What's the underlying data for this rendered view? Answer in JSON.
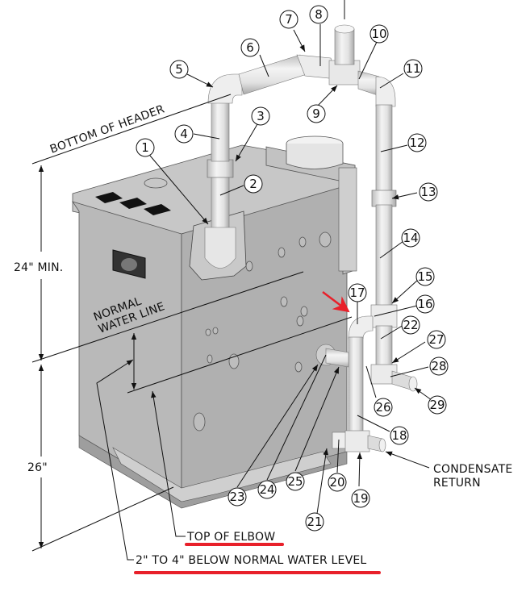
{
  "diagram": {
    "title": "Boiler near-boiler piping with condensate return (part callouts)",
    "dimensions": {
      "upper": "24\" MIN.",
      "lower": "26\""
    },
    "labels": {
      "bottom_of_header": "BOTTOM OF HEADER",
      "normal_water_line_1": "NORMAL",
      "normal_water_line_2": "WATER LINE",
      "condensate_return_1": "CONDENSATE",
      "condensate_return_2": "RETURN",
      "top_of_elbow": "TOP OF ELBOW",
      "below_water_level": "2\" TO 4\" BELOW NORMAL WATER LEVEL"
    },
    "callouts": [
      "1",
      "2",
      "3",
      "4",
      "5",
      "6",
      "7",
      "8",
      "9",
      "10",
      "11",
      "12",
      "13",
      "14",
      "15",
      "16",
      "17",
      "18",
      "19",
      "20",
      "21",
      "22",
      "23",
      "24",
      "25",
      "26",
      "27",
      "28",
      "29"
    ],
    "highlight": {
      "underline_color": "#e8202a",
      "arrow_color": "#e8202a",
      "highlighted_labels": [
        "TOP OF ELBOW",
        "2\" TO 4\" BELOW NORMAL WATER LEVEL"
      ],
      "arrow_points_to_callout": "17"
    },
    "colors": {
      "boiler_body": "#b4b4b4",
      "boiler_dark": "#8e8e8e",
      "pipe": "#e6e6e6",
      "line": "#111111"
    }
  }
}
